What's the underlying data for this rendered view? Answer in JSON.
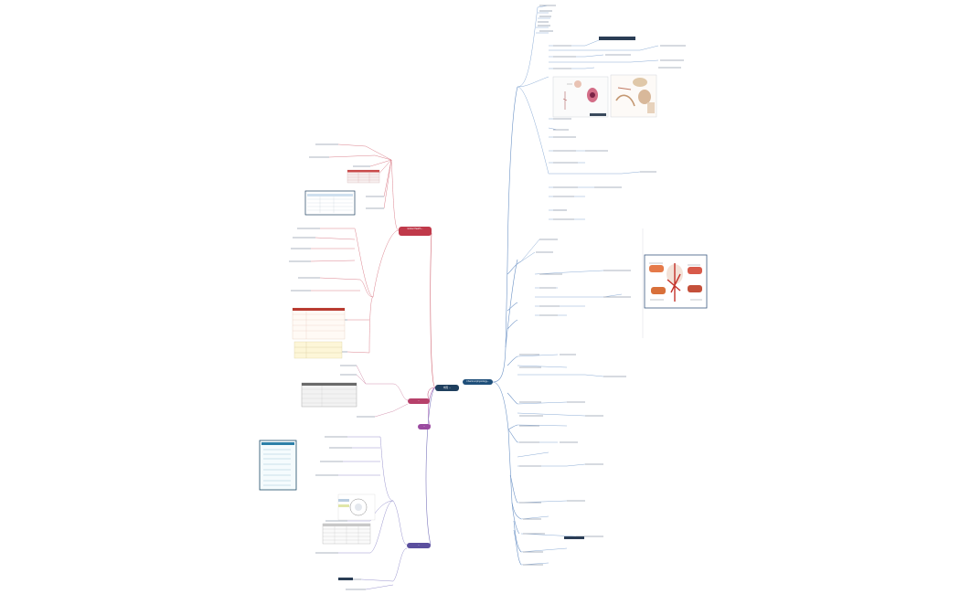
{
  "central_topic": "中国 ...",
  "branches": {
    "right": {
      "label": "Chemical physiology..."
    },
    "upper_left": {
      "label": "Global Health..."
    },
    "pink": {
      "label": "..."
    },
    "purple": {
      "label": "..."
    },
    "violet": {
      "label": "..."
    }
  },
  "colors": {
    "right_branch": "#4a7ab8",
    "red_branch": "#c8485a",
    "pink_branch": "#c24d7c",
    "purple_branch": "#a44fa8",
    "violet_branch": "#5f58a6",
    "root_fill": "#1f3f5e",
    "text_gray": "#a0a7b3"
  },
  "icons": [
    "figure-neuron",
    "figure-anatomy",
    "figure-heart",
    "table-red",
    "table-blue",
    "table-gray",
    "table-teal",
    "table-data"
  ]
}
